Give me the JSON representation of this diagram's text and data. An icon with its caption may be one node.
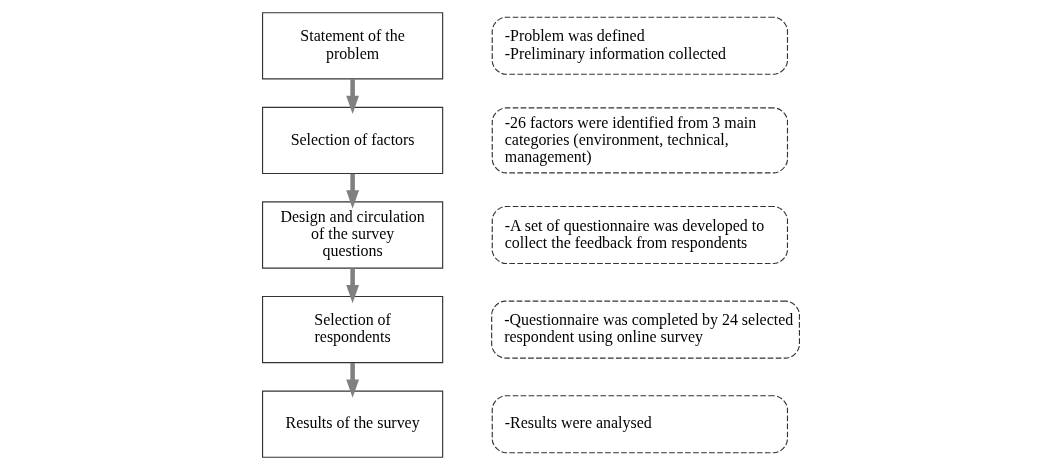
{
  "diagram": {
    "nodes": [
      {
        "text": [
          "Statement of the problem"
        ]
      },
      {
        "text": [
          "Selection of factors"
        ]
      },
      {
        "text": [
          "Design and circulation of the survey questions"
        ]
      },
      {
        "text": [
          "Selection of respondents"
        ]
      },
      {
        "text": [
          "Results of the survey"
        ]
      },
      {
        "text": [
          "-Problem was defined",
          "-Preliminary information collected"
        ]
      },
      {
        "text": [
          "-26 factors were identified from 3 main categories (environment, technical, management)"
        ]
      },
      {
        "text": [
          "-A set of questionnaire was developed to collect the feedback from respondents"
        ]
      },
      {
        "text": [
          "-Questionnaire was completed by 24 selected respondent using online survey"
        ]
      },
      {
        "text": [
          "-Results were analysed"
        ]
      }
    ],
    "edges": [
      {
        "from": 0,
        "to": 1,
        "arrow": "to"
      },
      {
        "from": 1,
        "to": 2,
        "arrow": "to"
      },
      {
        "from": 2,
        "to": 3,
        "arrow": "to"
      },
      {
        "from": 3,
        "to": 4,
        "arrow": "to"
      }
    ]
  }
}
